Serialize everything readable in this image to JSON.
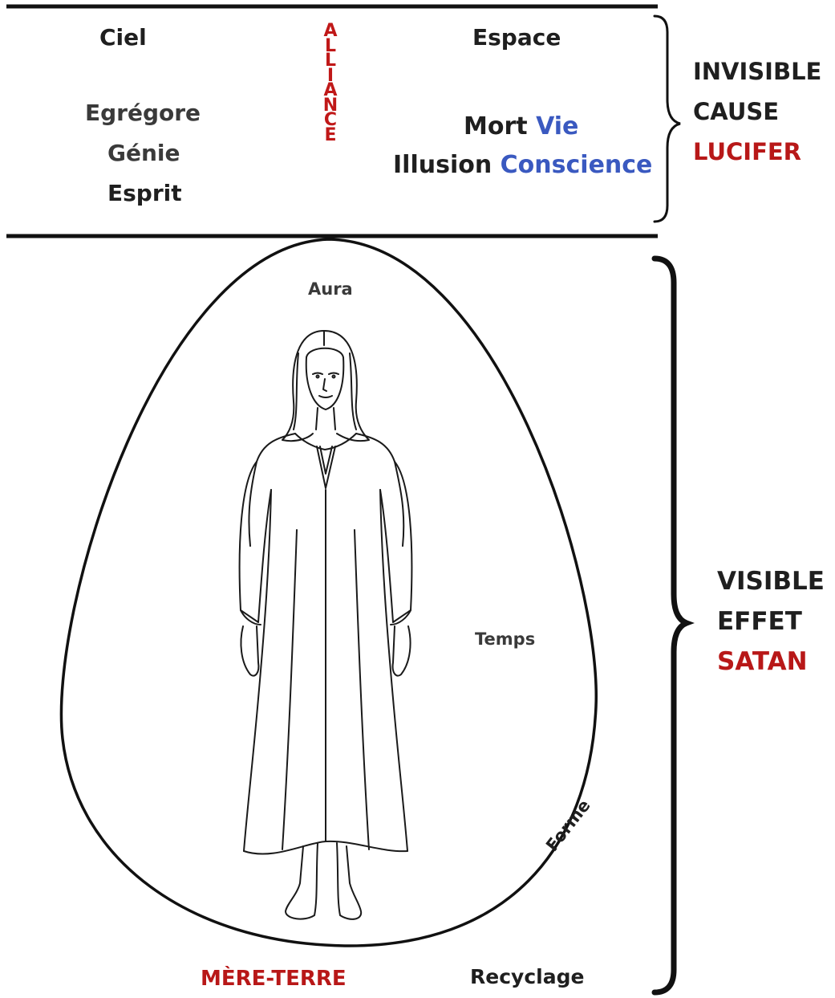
{
  "top": {
    "left_column": [
      "Ciel",
      "Egrégore",
      "Génie",
      "Esprit"
    ],
    "vertical_word": "ALLIANCE",
    "right_column": {
      "espace": "Espace",
      "mort": "Mort",
      "vie": "Vie",
      "illusion": "Illusion",
      "conscience": "Conscience"
    },
    "side": [
      "INVISIBLE",
      "CAUSE",
      "LUCIFER"
    ]
  },
  "bottom": {
    "aura": "Aura",
    "temps": "Temps",
    "forme": "Forme",
    "mere_terre": "MÈRE-TERRE",
    "recyclage": "Recyclage",
    "side": [
      "VISIBLE",
      "EFFET",
      "SATAN"
    ]
  },
  "colors": {
    "red": "#b81818",
    "blue": "#3a59c0",
    "text": "#1f1f1f"
  },
  "icons": [
    "woman-figure-illustration"
  ]
}
